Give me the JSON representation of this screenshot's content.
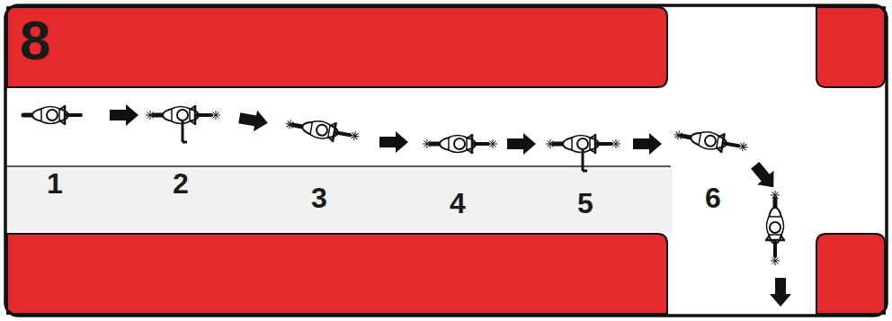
{
  "diagram": {
    "labels": [
      "8",
      "1",
      "2",
      "3",
      "4",
      "5",
      "6"
    ]
  }
}
